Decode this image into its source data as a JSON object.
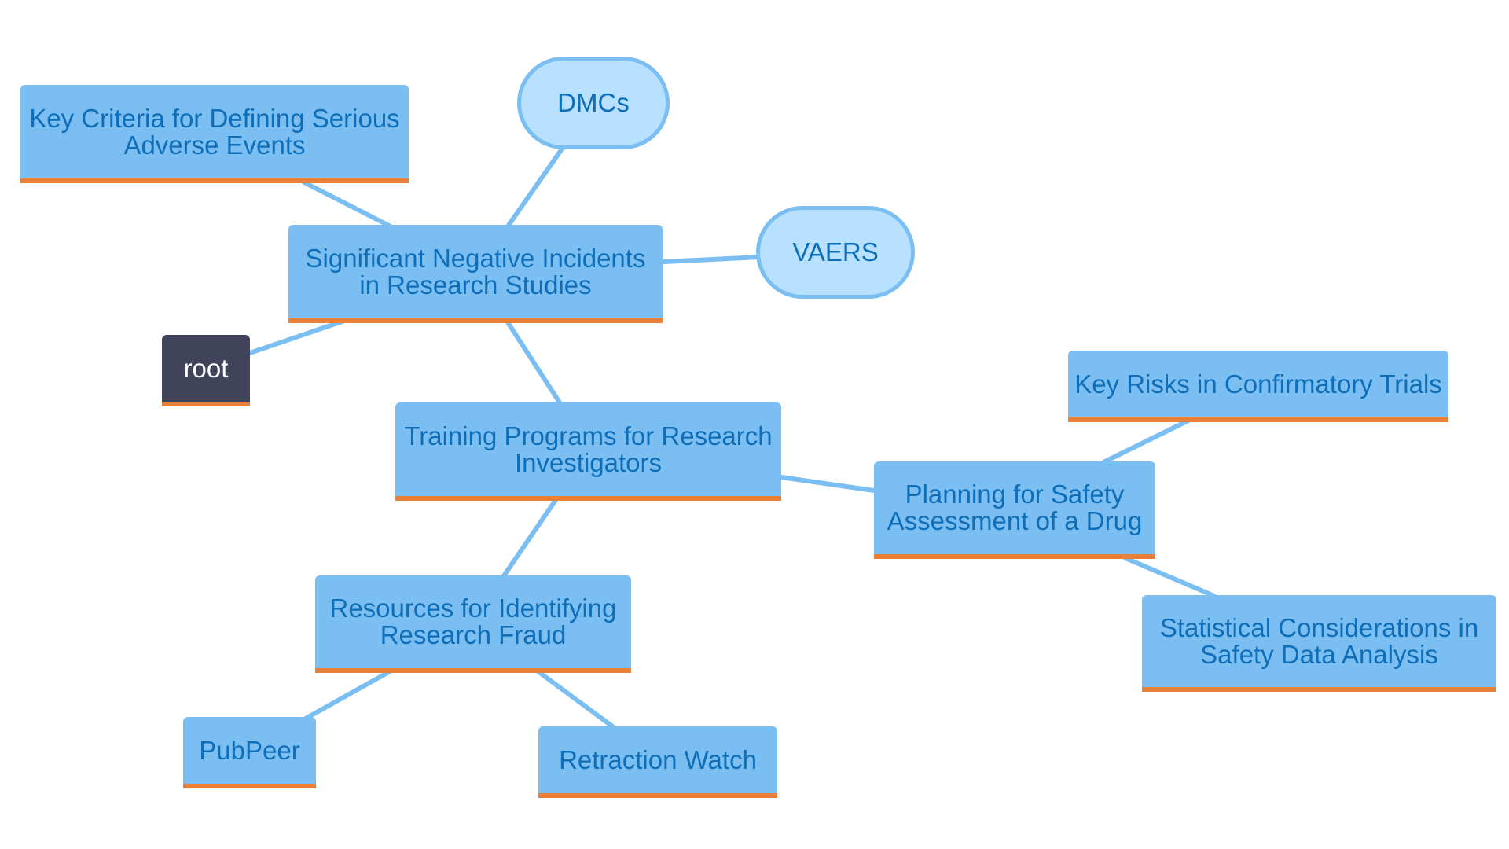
{
  "diagram": {
    "colors": {
      "edge": "#7bbff2",
      "node_fill": "#7bbff2",
      "node_text": "#0e6eb8",
      "accent_border": "#e8803a",
      "pill_fill": "#b8e0ff",
      "root_fill": "#40435a",
      "root_text": "#ffffff"
    },
    "nodes": {
      "root": "root",
      "significant": "Significant Negative Incidents\nin Research Studies",
      "key_criteria": "Key Criteria for Defining Serious\nAdverse Events",
      "dmcs": "DMCs",
      "vaers": "VAERS",
      "training": "Training Programs for Research\nInvestigators",
      "planning": "Planning for Safety\nAssessment of a Drug",
      "key_risks": "Key Risks in Confirmatory Trials",
      "statistical": "Statistical Considerations in\nSafety Data Analysis",
      "resources": "Resources for Identifying\nResearch Fraud",
      "pubpeer": "PubPeer",
      "retraction": "Retraction Watch"
    },
    "edges": [
      [
        "root",
        "significant"
      ],
      [
        "significant",
        "key_criteria"
      ],
      [
        "significant",
        "dmcs"
      ],
      [
        "significant",
        "vaers"
      ],
      [
        "significant",
        "training"
      ],
      [
        "training",
        "planning"
      ],
      [
        "planning",
        "key_risks"
      ],
      [
        "planning",
        "statistical"
      ],
      [
        "training",
        "resources"
      ],
      [
        "resources",
        "pubpeer"
      ],
      [
        "resources",
        "retraction"
      ]
    ]
  }
}
